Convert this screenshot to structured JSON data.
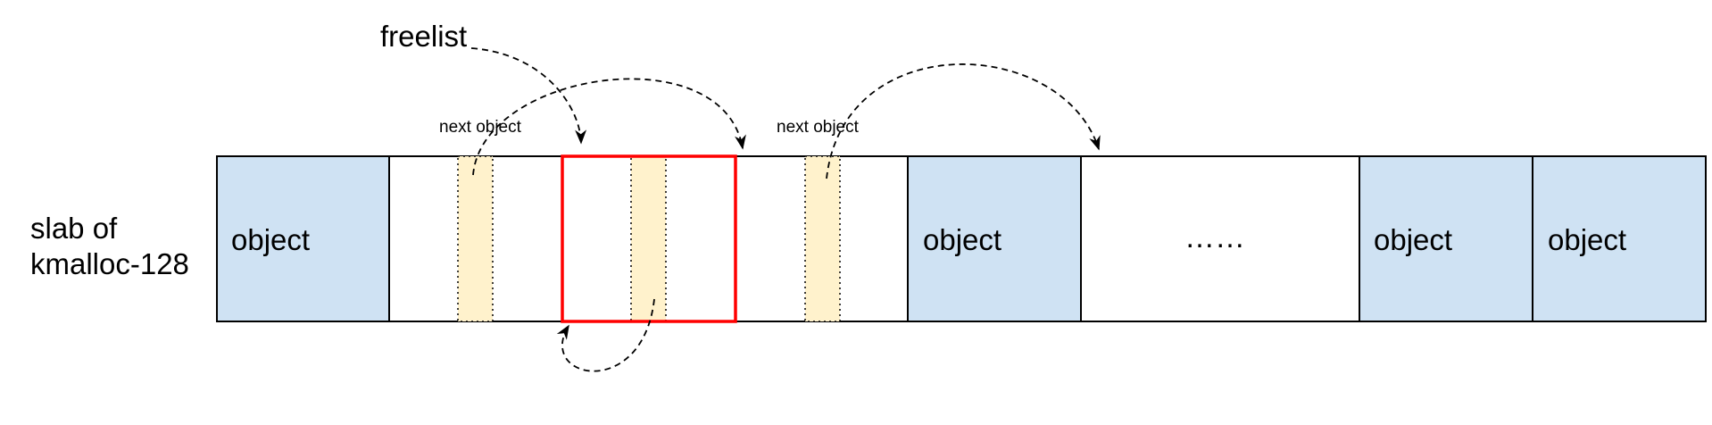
{
  "slab_label": [
    "slab of",
    "kmalloc-128"
  ],
  "freelist_label": "freelist",
  "next_object_labels": [
    "next object",
    "next object"
  ],
  "cells": [
    {
      "kind": "allocated",
      "label": "object"
    },
    {
      "kind": "free",
      "label": ""
    },
    {
      "kind": "free-highlighted",
      "label": ""
    },
    {
      "kind": "free",
      "label": ""
    },
    {
      "kind": "allocated",
      "label": "object"
    },
    {
      "kind": "ellipsis",
      "label": "……"
    },
    {
      "kind": "allocated",
      "label": "object"
    },
    {
      "kind": "allocated",
      "label": "object"
    }
  ],
  "colors": {
    "object_fill": "#cfe2f3",
    "free_pointer_fill": "#fff2cc",
    "highlight_border": "#ff0000",
    "stroke": "#000000"
  }
}
